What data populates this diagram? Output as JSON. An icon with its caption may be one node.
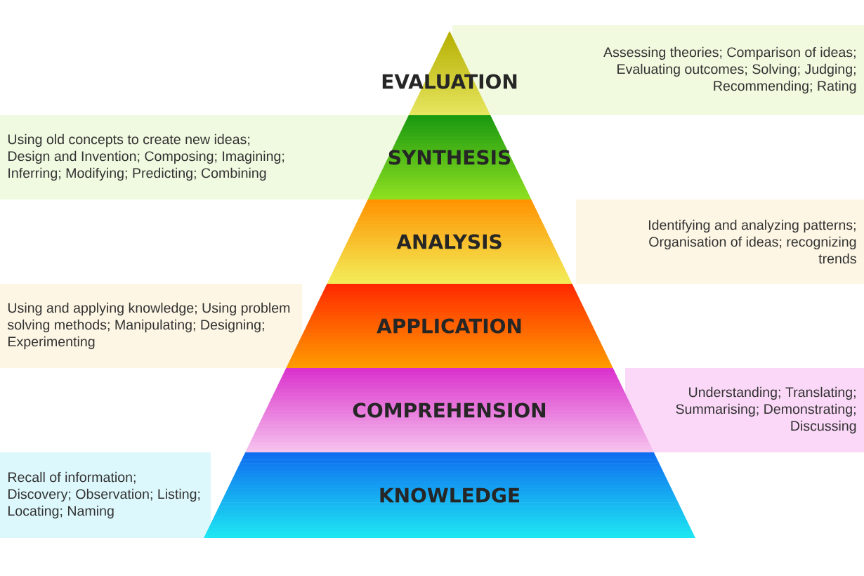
{
  "diagram": {
    "nodes": [
      {
        "text": [
          "EVALUATION"
        ]
      },
      {
        "text": [
          "Assessing theories; Comparison of ideas; Evaluating outcomes; Solving; Judging; Recommending; Rating"
        ]
      },
      {
        "text": [
          "SYNTHESIS"
        ]
      },
      {
        "text": [
          "Using old concepts to create new ideas; Design and Invention; Composing; Imagining; Inferring; Modifying; Predicting; Combining"
        ]
      },
      {
        "text": [
          "ANALYSIS"
        ]
      },
      {
        "text": [
          "Identifying and analyzing patterns; Organisation of ideas; recognizing trends"
        ]
      },
      {
        "text": [
          "APPLICATION"
        ]
      },
      {
        "text": [
          "Using and applying knowledge; Using problem solving methods; Manipulating; Designing; Experimenting"
        ]
      },
      {
        "text": [
          "COMPREHENSION"
        ]
      },
      {
        "text": [
          "Understanding; Translating; Summarising; Demonstrating; Discussing"
        ]
      },
      {
        "text": [
          "KNOWLEDGE"
        ]
      },
      {
        "text": [
          "Recall of information; Discovery; Observation; Listing; Locating; Naming"
        ]
      }
    ]
  }
}
